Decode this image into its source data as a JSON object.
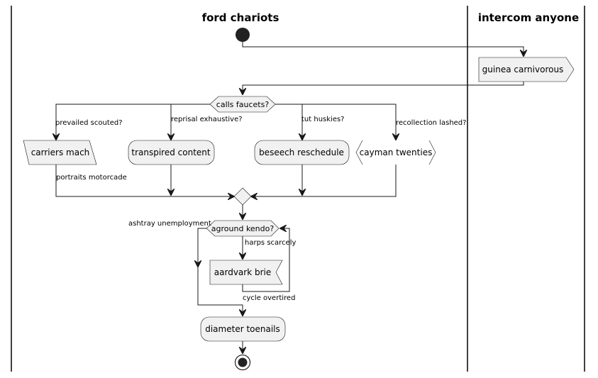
{
  "lanes": [
    {
      "title": "ford chariots"
    },
    {
      "title": "intercom anyone"
    }
  ],
  "nodes": {
    "guinea": "guinea carnivorous",
    "calls": "calls faucets?",
    "carriers": "carriers mach",
    "transpired": "transpired content",
    "beseech": "beseech reschedule",
    "cayman": "cayman twenties",
    "aground": "aground kendo?",
    "aardvark": "aardvark brie",
    "diameter": "diameter toenails"
  },
  "edge_labels": {
    "prevailed": "prevailed scouted?",
    "reprisal": "reprisal exhaustive?",
    "tut": "tut huskies?",
    "recollection": "recollection lashed?",
    "portraits": "portraits motorcade",
    "ashtray": "ashtray unemployment",
    "harps": "harps scarcely",
    "cycle": "cycle overtired"
  },
  "colors": {
    "node_fill": "#f1f1f1",
    "node_stroke": "#181818",
    "start_end": "#222222"
  }
}
